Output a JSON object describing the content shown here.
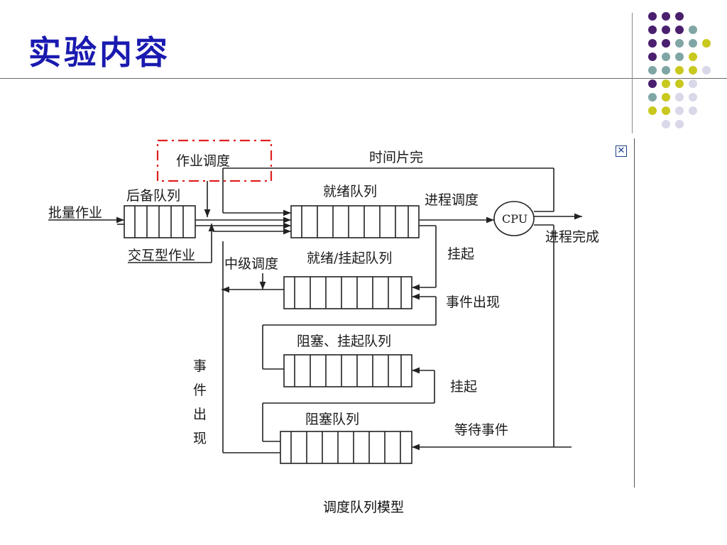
{
  "slide": {
    "title": "实验内容",
    "caption": "调度队列模型"
  },
  "diagram": {
    "labels": {
      "job_scheduling": "作业调度",
      "time_slice_done": "时间片完",
      "backup_queue": "后备队列",
      "batch_job": "批量作业",
      "ready_queue": "就绪队列",
      "process_scheduling": "进程调度",
      "cpu": "CPU",
      "process_done": "进程完成",
      "interactive_job": "交互型作业",
      "medium_scheduling": "中级调度",
      "ready_suspend_queue": "就绪/挂起队列",
      "suspend_1": "挂起",
      "event_occurs_1": "事件出现",
      "blocked_suspend_queue": "阻塞、挂起队列",
      "suspend_2": "挂起",
      "event_occurs_vertical": [
        "事",
        "件",
        "出",
        "现"
      ],
      "blocked_queue": "阻塞队列",
      "wait_event": "等待事件"
    },
    "close_icon": "close-icon"
  },
  "colors": {
    "title": "#1a1ab0",
    "dashed_box": "#e02020",
    "dot_purple": "#4a1f6e",
    "dot_teal": "#7fa6a4",
    "dot_yellow": "#c8c81e",
    "dot_lavender": "#d8d8e8"
  }
}
